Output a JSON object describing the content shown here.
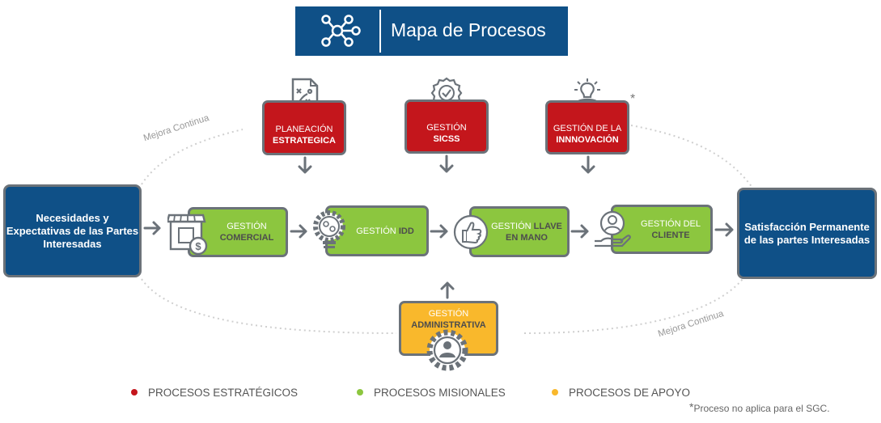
{
  "title": {
    "text": "Mapa de Procesos",
    "icon": "network-nodes-icon"
  },
  "inputs_box": {
    "label": "Necesidades y Expectativas de las Partes Interesadas"
  },
  "outputs_box": {
    "label": "Satisfacción Permanente de las partes Interesadas"
  },
  "strategic": [
    {
      "line1": "PLANEACIÓN",
      "line2": "ESTRATEGICA",
      "icon": "strategy-document-icon"
    },
    {
      "line1": "GESTIÓN",
      "line2": "SICSS",
      "icon": "certificate-badge-icon"
    },
    {
      "line1": "GESTIÓN DE LA",
      "line2": "INNNOVACIÓN",
      "icon": "lightbulb-idea-icon"
    }
  ],
  "missional": [
    {
      "line1": "GESTIÓN",
      "line2": "COMERCIAL",
      "icon": "storefront-money-icon"
    },
    {
      "line1": "GESTIÓN",
      "line2": "IDD",
      "icon": "gear-lightbulb-icon"
    },
    {
      "line1": "GESTIÓN",
      "line1b": "LLAVE",
      "line2": "EN MANO",
      "icon": "thumbs-up-icon"
    },
    {
      "line1": "GESTIÓN DEL",
      "line2": "CLIENTE",
      "icon": "customer-hand-icon"
    }
  ],
  "support": {
    "line1": "GESTIÓN",
    "line2": "ADMINISTRATIVA",
    "icon": "gear-person-icon"
  },
  "continuous_improvement": {
    "top": "Mejora Continua",
    "bottom": "Mejora Continua"
  },
  "asterisk": "*",
  "legend": [
    {
      "label": "PROCESOS ESTRATÉGICOS",
      "color": "#c4161c"
    },
    {
      "label": "PROCESOS MISIONALES",
      "color": "#8cc63f"
    },
    {
      "label": "PROCESOS DE APOYO",
      "color": "#f9b82c"
    }
  ],
  "footnote": {
    "star": "*",
    "text": "Proceso no aplica para el SGC."
  }
}
